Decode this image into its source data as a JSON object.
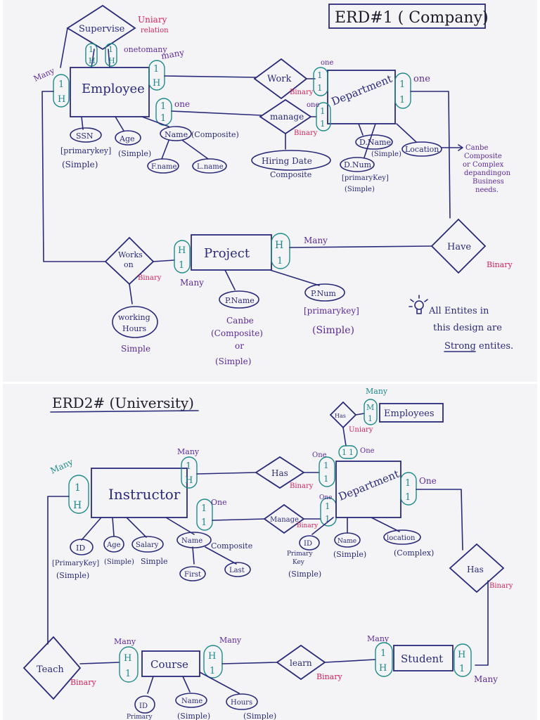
{
  "colors": {
    "ink": "#2a2a7a",
    "purple": "#5b2a9a",
    "red": "#d4245a",
    "teal": "#1f8a8a",
    "background": "#f4f4f6"
  },
  "erd1": {
    "title": "ERD#1  ( Company)",
    "entities": {
      "employee": "Employee",
      "department": "Department",
      "project": "Project"
    },
    "relationships": {
      "supervise": "Supervise",
      "work": "Work",
      "manage": "manage",
      "works_on_1": "Works",
      "works_on_2": "on",
      "have": "Have"
    },
    "attributes": {
      "ssn": "SSN",
      "ssn_note_1": "[primarykey]",
      "ssn_note_2": "(Simple)",
      "age": "Age",
      "age_note": "(Simple)",
      "name": "Name",
      "name_note": "(Composite)",
      "fname": "F.name",
      "lname": "L.name",
      "hiring_date": "Hiring Date",
      "hiring_note": "Composite",
      "dname": "D.Name",
      "dname_note": "(Simple)",
      "dnum": "D.Num",
      "dnum_note_1": "[primaryKey]",
      "dnum_note_2": "(Simple)",
      "location": "Location",
      "location_note_1": "Canbe",
      "location_note_2": "Composite",
      "location_note_3": "or Complex",
      "location_note_4": "depandingon",
      "location_note_5": "Business",
      "location_note_6": "needs.",
      "working_hours_1": "working",
      "working_hours_2": "Hours",
      "working_hours_note": "Simple",
      "pname": "P.Name",
      "pname_note_1": "Canbe",
      "pname_note_2": "(Composite)",
      "pname_note_3": "or",
      "pname_note_4": "(Simple)",
      "pnum": "P.Num",
      "pnum_note_1": "[primarykey]",
      "pnum_note_2": "(Simple)"
    },
    "labels": {
      "unary_1": "Uniary",
      "unary_2": "relation",
      "one_to_many": "onetomany",
      "binary": "Binary",
      "many": "Many",
      "one": "one",
      "many_lower": "many",
      "note_1": "All Entites in",
      "note_2": "this design are",
      "note_3": "Strong entites."
    },
    "cards": {
      "one": "1",
      "many": "H"
    }
  },
  "erd2": {
    "title": "ERD2# (University)",
    "entities": {
      "instructor": "Instructor",
      "department": "Department",
      "employees": "Employees",
      "course": "Course",
      "student": "Student"
    },
    "relationships": {
      "has_emp": "Has",
      "has": "Has",
      "manage": "Manage",
      "has_student": "Has",
      "teach": "Teach",
      "learn": "learn"
    },
    "attributes": {
      "id": "ID",
      "id_note_1": "[PrimaryKey]",
      "id_note_2": "(Simple)",
      "age": "Age",
      "age_note": "(Simple)",
      "salary": "Salary",
      "salary_note": "Simple",
      "name": "Name",
      "name_note": "Composite",
      "first": "First",
      "last": "Last",
      "dept_id": "ID",
      "dept_id_note_1": "Primary",
      "dept_id_note_2": "Key",
      "dept_id_note_3": "(Simple)",
      "dept_name": "Name",
      "dept_name_note": "(Simple)",
      "location": "location",
      "location_note": "(Complex)",
      "course_id": "ID",
      "course_id_note": "Primary",
      "course_name": "Name",
      "course_name_note": "(Simple)",
      "hours": "Hours",
      "hours_note": "(Simple)"
    },
    "labels": {
      "unary": "Uniary",
      "binary": "Binary",
      "many": "Many",
      "one": "One"
    },
    "cards": {
      "one": "1",
      "many": "H",
      "many_m": "M"
    }
  }
}
